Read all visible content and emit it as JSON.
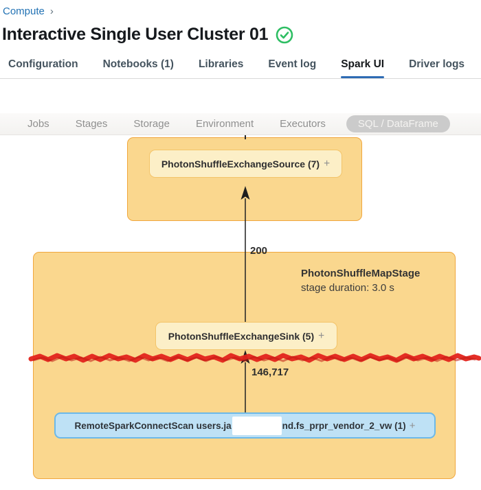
{
  "breadcrumb": {
    "compute": "Compute",
    "separator": "›"
  },
  "page": {
    "title": "Interactive Single User Cluster 01"
  },
  "tabs": {
    "items": [
      "Configuration",
      "Notebooks (1)",
      "Libraries",
      "Event log",
      "Spark UI",
      "Driver logs"
    ],
    "active": "Spark UI"
  },
  "spark_nav": {
    "items": [
      "Jobs",
      "Stages",
      "Storage",
      "Environment",
      "Executors"
    ],
    "active_pill": "SQL / DataFrame"
  },
  "dag": {
    "top_stage_node": {
      "label": "PhotonShuffleExchangeSource (7)",
      "expand": "+"
    },
    "edge_top": {
      "label": "200"
    },
    "map_stage": {
      "title": "PhotonShuffleMapStage",
      "subtitle": "stage duration: 3.0 s"
    },
    "sink_node": {
      "label": "PhotonShuffleExchangeSink (5)",
      "expand": "+"
    },
    "edge_bottom": {
      "label": "146,717"
    },
    "scan_node": {
      "prefix": "RemoteSparkConnectScan users.ja",
      "suffix": "nd.fs_prpr_vendor_2_vw (1)",
      "expand": "+"
    }
  },
  "colors": {
    "accent_blue": "#2272B4",
    "tab_underline": "#2D6BB4",
    "status_green": "#2EBE63",
    "stage_fill": "#FAD78E",
    "stage_border": "#F0A63C",
    "node_fill": "#FCEFC7",
    "node_border": "#F3C469",
    "scan_fill": "#BEE1F5",
    "scan_border": "#6CB8E8",
    "redaction_red": "#E3241C"
  }
}
